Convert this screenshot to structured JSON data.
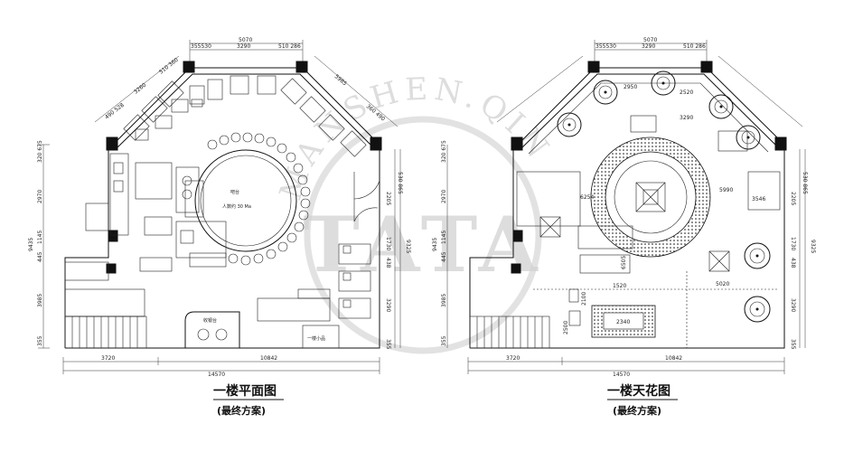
{
  "watermark": {
    "arc_text": "MANSHEN.QIN",
    "center_text": "TATA"
  },
  "plan_left": {
    "title": "一楼平面图",
    "subtitle": "(最终方案)",
    "bar_label": "吧台",
    "bar_note": "人数约 30 Ma",
    "cashier_label": "收银台",
    "stair_label": "一楼小品",
    "dims_top": [
      "5070",
      "355530",
      "3290",
      "510 286"
    ],
    "dims_left": [
      "320 675",
      "2970",
      "9435",
      "445",
      "1145",
      "3985",
      "355"
    ],
    "dims_right": [
      "530 865",
      "2205",
      "1730",
      "9325",
      "438",
      "3290",
      "355"
    ],
    "dims_bottom": [
      "3720",
      "10842",
      "14570"
    ],
    "dims_diag_left": [
      "510 360",
      "3260",
      "490 528"
    ],
    "dims_diag_right": [
      "5985",
      "360 490"
    ]
  },
  "plan_right": {
    "title": "一楼天花图",
    "subtitle": "(最终方案)",
    "dims_top": [
      "5070",
      "355530",
      "3290",
      "510 286"
    ],
    "dims_left": [
      "320 675",
      "2970",
      "9435",
      "445",
      "1145",
      "3985",
      "355"
    ],
    "dims_right": [
      "530 865",
      "2205",
      "1730",
      "9325",
      "438",
      "3290",
      "355"
    ],
    "dims_bottom": [
      "3720",
      "10842",
      "14570"
    ],
    "dims_inner": [
      "2950",
      "2520",
      "3290",
      "6254",
      "5990",
      "3546",
      "6505",
      "5020",
      "1520",
      "2340",
      "2100",
      "2500"
    ]
  }
}
